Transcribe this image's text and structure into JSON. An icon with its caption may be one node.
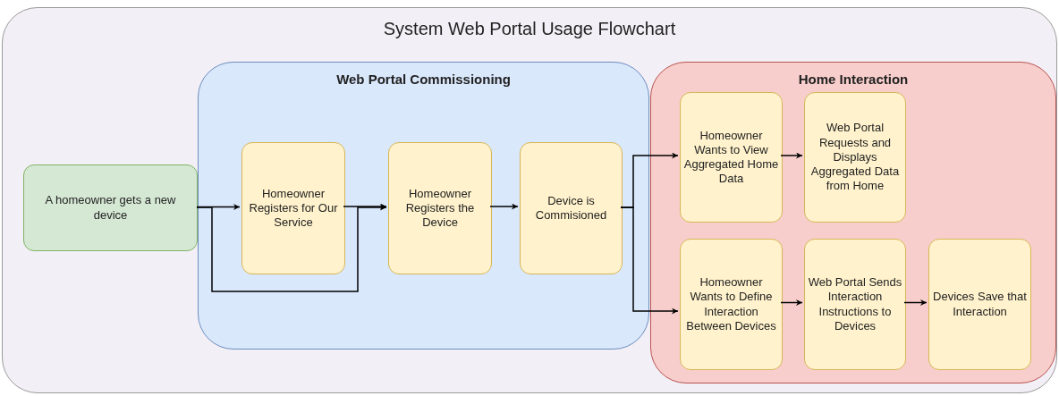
{
  "diagram": {
    "nodes": [
      {
        "text": [
          "System Web Portal Usage Flowchart"
        ]
      },
      {
        "text": [
          "A homeowner gets a new device"
        ],
        "in": 0
      },
      {
        "text": [
          "Web Portal Commissioning"
        ],
        "in": 0
      },
      {
        "text": [
          "Homeowner Registers for Our Service"
        ],
        "in": 2
      },
      {
        "text": [
          "Homeowner Registers the Device"
        ],
        "in": 2
      },
      {
        "text": [
          "Device is Commisioned"
        ],
        "in": 2
      },
      {
        "text": [
          "Home Interaction"
        ],
        "in": 0
      },
      {
        "text": [
          "Homeowner Wants to View Aggregated Home Data"
        ],
        "in": 6
      },
      {
        "text": [
          "Web Portal Requests and Displays Aggregated Data from Home"
        ],
        "in": 6
      },
      {
        "text": [
          "Homeowner Wants to Define Interaction Between Devices"
        ],
        "in": 6
      },
      {
        "text": [
          "Web Portal Sends Interaction Instructions to Devices"
        ],
        "in": 6
      },
      {
        "text": [
          "Devices Save that Interaction"
        ],
        "in": 6
      }
    ],
    "edges": [
      {
        "from": 1,
        "to": 3,
        "arrow": "to"
      },
      {
        "from": 1,
        "to": 4,
        "arrow": "to"
      },
      {
        "from": 3,
        "to": 4,
        "arrow": "to"
      },
      {
        "from": 4,
        "to": 5,
        "arrow": "to"
      },
      {
        "from": 5,
        "to": 7,
        "arrow": "to"
      },
      {
        "from": 5,
        "to": 9,
        "arrow": "to"
      },
      {
        "from": 7,
        "to": 8,
        "arrow": "to"
      },
      {
        "from": 9,
        "to": 10,
        "arrow": "to"
      },
      {
        "from": 10,
        "to": 11,
        "arrow": "to"
      }
    ]
  }
}
